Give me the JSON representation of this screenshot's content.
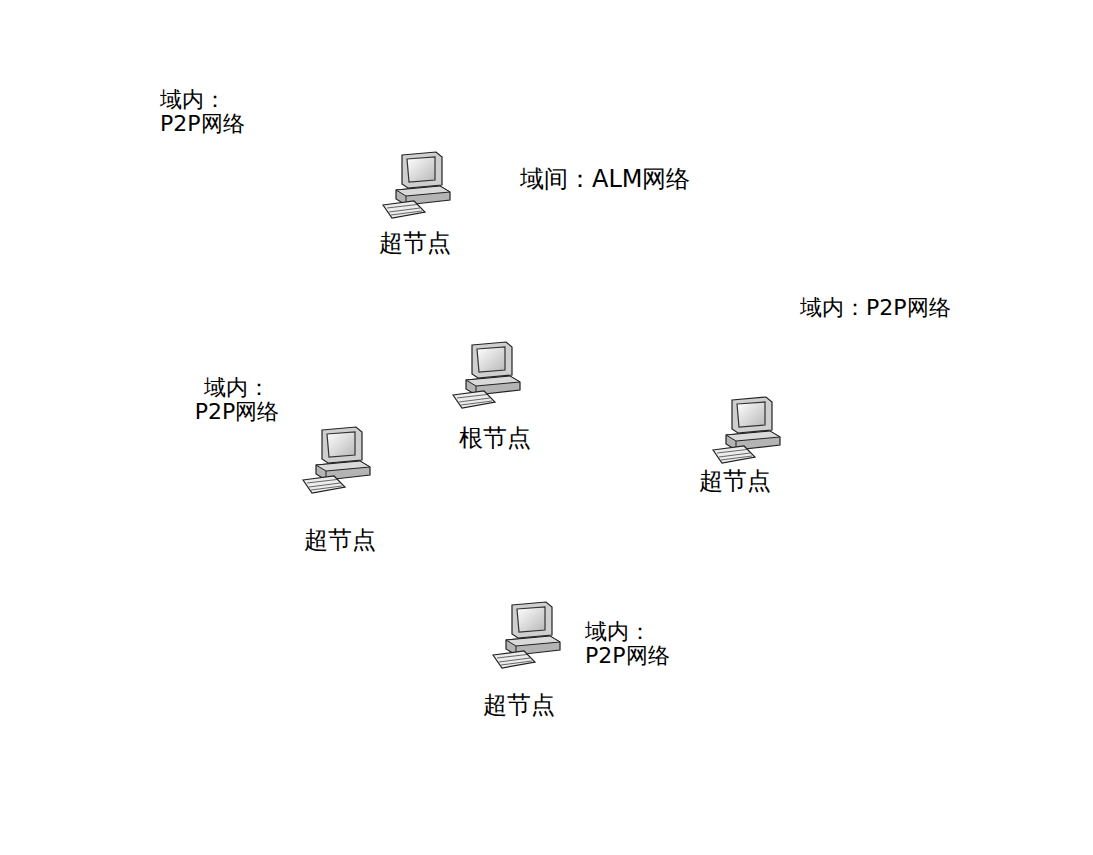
{
  "diagram": {
    "nodes": [
      {
        "text": [
          "域间：ALM网络"
        ]
      },
      {
        "text": [
          "域内： P2P网络"
        ]
      },
      {
        "text": [
          "超节点"
        ],
        "in": 0
      },
      {
        "text": [
          "根节点"
        ],
        "in": 0
      },
      {
        "text": [
          "域内：P2P网络"
        ]
      },
      {
        "text": [
          "超节点"
        ],
        "in": 0
      },
      {
        "text": [
          "域内： P2P网络"
        ]
      },
      {
        "text": [
          "超节点"
        ],
        "in": 0
      },
      {
        "text": [
          "域内： P2P网络"
        ]
      },
      {
        "text": [
          "超节点"
        ],
        "in": 0
      }
    ],
    "edges": [
      {
        "from": 3,
        "to": 2,
        "arrow": "none"
      },
      {
        "from": 3,
        "to": 5,
        "arrow": "none"
      }
    ]
  }
}
